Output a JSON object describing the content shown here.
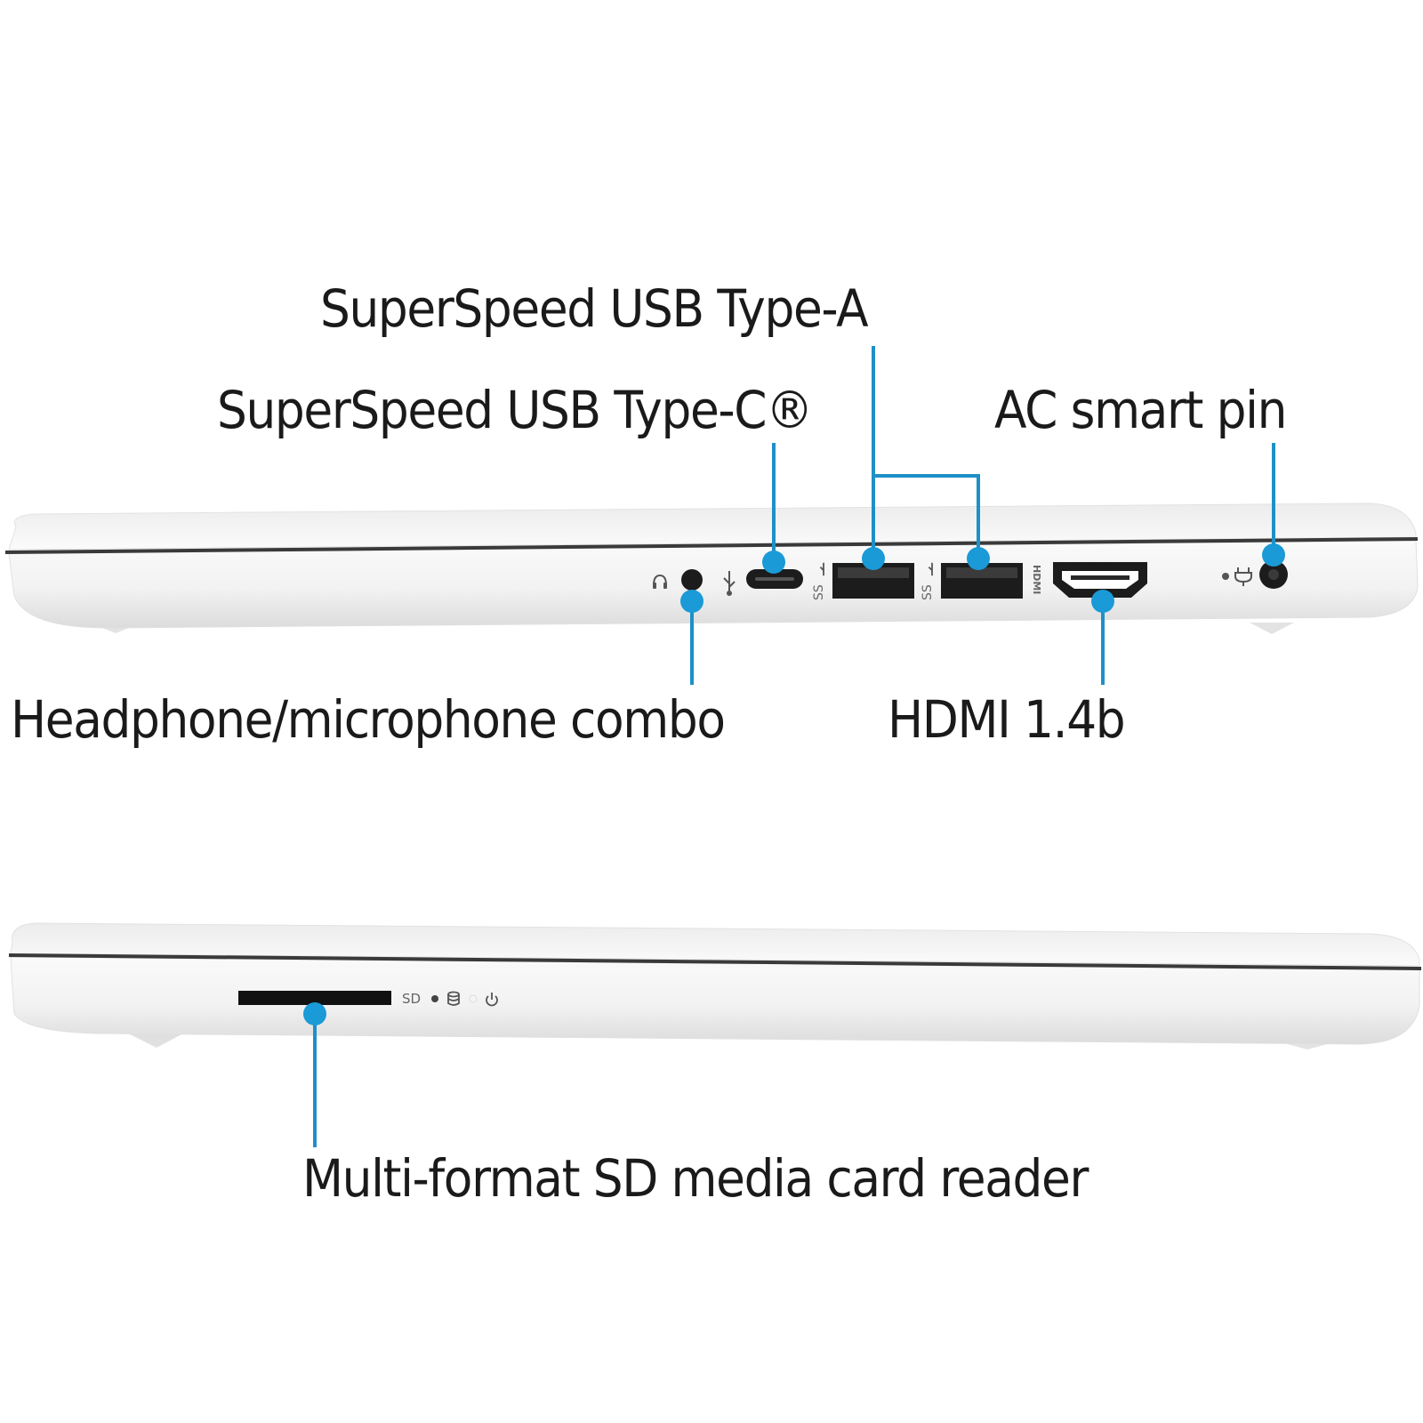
{
  "callouts": {
    "usb_type_a": "SuperSpeed USB Type-A",
    "usb_type_c": "SuperSpeed USB Type-C®",
    "ac_smart_pin": "AC smart pin",
    "audio_combo": "Headphone/microphone combo",
    "hdmi": "HDMI 1.4b",
    "sd_reader": "Multi-format SD media card reader"
  },
  "port_markings": {
    "superspeed_1": "SS",
    "superspeed_2": "SS",
    "hdmi_logo": "HDMI",
    "sd": "SD"
  },
  "colors": {
    "callout_line": "#1e90c8",
    "callout_dot": "#1a9ad6",
    "chassis": "#f4f4f4",
    "seam": "#3a3a3a",
    "port": "#1c1c1c",
    "text": "#1a1a1a"
  }
}
